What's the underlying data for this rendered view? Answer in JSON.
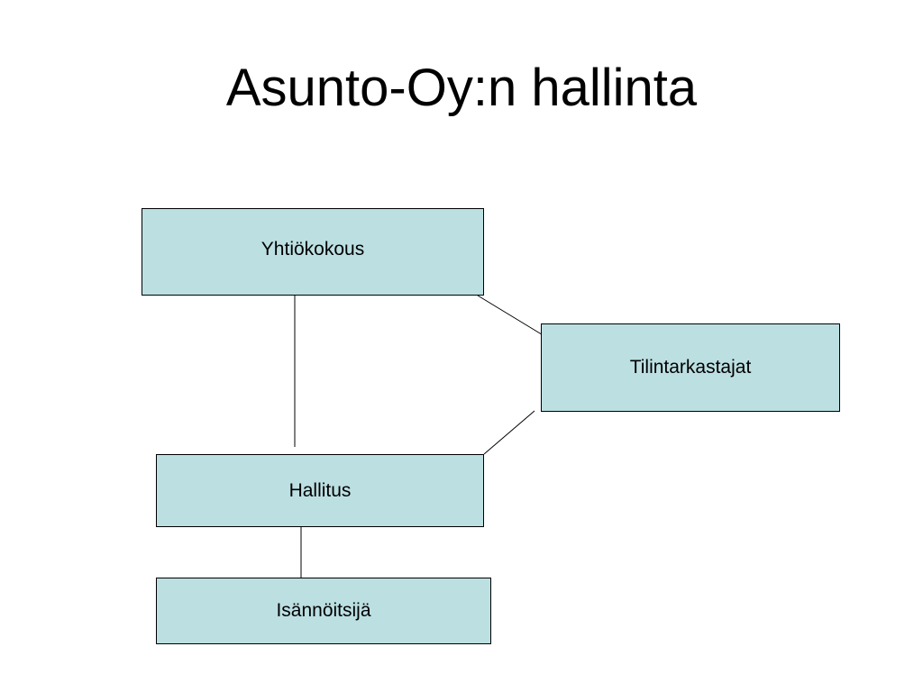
{
  "title": "Asunto-Oy:n hallinta",
  "colors": {
    "box_fill": "#bcdfe2",
    "box_border": "#000000",
    "connector": "#000000"
  },
  "diagram": {
    "nodes": {
      "yhtiokokous": "Yhtiökokous",
      "tilintarkastajat": "Tilintarkastajat",
      "hallitus": "Hallitus",
      "isannoitsija": "Isännöitsijä"
    },
    "edges": [
      {
        "from": "yhtiokokous",
        "to": "hallitus"
      },
      {
        "from": "yhtiokokous",
        "to": "tilintarkastajat"
      },
      {
        "from": "tilintarkastajat",
        "to": "hallitus"
      },
      {
        "from": "hallitus",
        "to": "isannoitsija"
      }
    ]
  }
}
